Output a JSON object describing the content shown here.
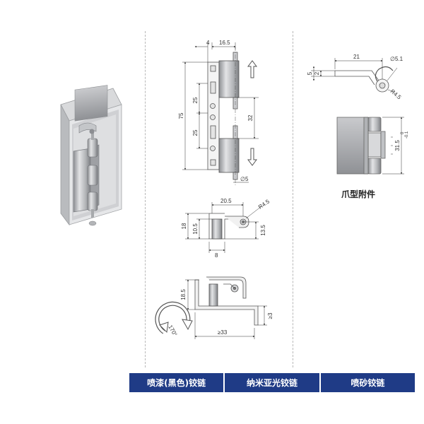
{
  "front_view": {
    "dims": {
      "top_left": "4",
      "top_right": "16.5",
      "spacing_upper": "25",
      "spacing_lower": "25",
      "total_height": "75",
      "pin_gap": "32",
      "pin_dia": "∅5"
    }
  },
  "side_view": {
    "dims": {
      "width": "20.5",
      "radius": "R4.5",
      "height_total": "18",
      "height_inner": "10.5",
      "height_right": "13.5",
      "base_width": "8"
    }
  },
  "install_view": {
    "dims": {
      "height": "18.5",
      "thickness": "≥3",
      "clearance": "≥33",
      "angle": "170°"
    }
  },
  "claw_detail": {
    "dims": {
      "top_a": "5",
      "top_b": "2",
      "length": "21",
      "hole_dia": "∅5.1",
      "radius": "R4.5"
    }
  },
  "claw_front": {
    "dims": {
      "height": "31.5",
      "tolerance_upper": "0",
      "tolerance_lower": "-0.1"
    }
  },
  "claw_caption": "爪型附件",
  "finishes": [
    "喷漆(黑色)铰链",
    "纳米亚光铰链",
    "喷砂铰链"
  ]
}
